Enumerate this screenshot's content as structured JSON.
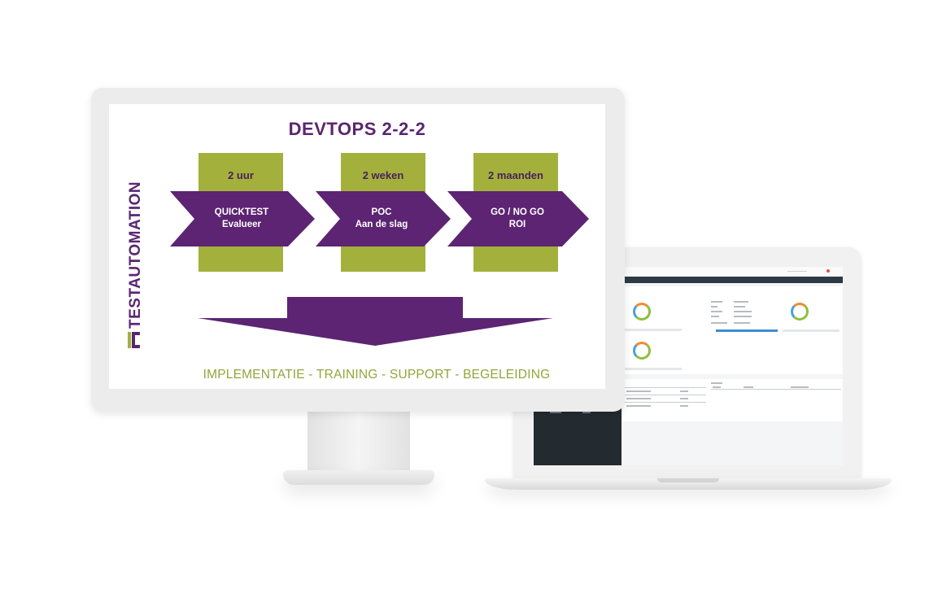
{
  "slide": {
    "title": "DEVTOPS 2-2-2",
    "logo_text": "TESTAUTOMATION",
    "phases": [
      {
        "duration": "2 uur",
        "line1": "QUICKTEST",
        "line2": "Evalueer"
      },
      {
        "duration": "2 weken",
        "line1": "POC",
        "line2": "Aan de slag"
      },
      {
        "duration": "2 maanden",
        "line1": "GO / NO GO",
        "line2": "ROI"
      }
    ],
    "footer": "IMPLEMENTATIE - TRAINING - SUPPORT - BEGELEIDING"
  },
  "colors": {
    "purple": "#5a2670",
    "green": "#a3b13c",
    "footer_green": "#93a53a"
  },
  "laptop": {
    "screen_content": "dashboard-with-gauges"
  }
}
